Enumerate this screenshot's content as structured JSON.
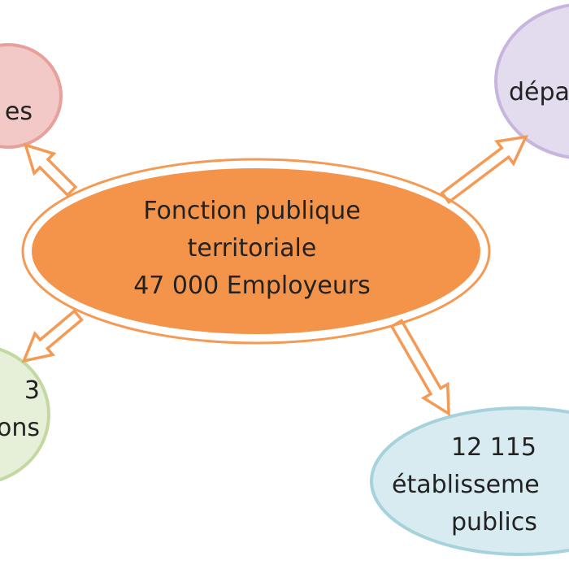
{
  "center": {
    "line1": "Fonction publique",
    "line2": "territoriale",
    "line3": "47 000 Employeurs"
  },
  "nodes": {
    "top_left": {
      "line1": "es"
    },
    "top_right": {
      "line1": "dépa"
    },
    "bottom_left": {
      "line1": "3",
      "line2": "ons"
    },
    "bottom_right": {
      "line1": "12 115",
      "line2": "établisseme",
      "line3": "publics"
    }
  },
  "colors": {
    "center_fill": "#f4944a",
    "center_stroke": "#ffffff",
    "arrow_stroke": "#f49a55",
    "top_left_fill": "#f2c9c6",
    "top_left_stroke": "#e8a09c",
    "top_right_fill": "#e3dbee",
    "top_right_stroke": "#c7b5dd",
    "bottom_left_fill": "#e6efd7",
    "bottom_left_stroke": "#c3d9a1",
    "bottom_right_fill": "#d7ebf0",
    "bottom_right_stroke": "#a6d2dc"
  }
}
